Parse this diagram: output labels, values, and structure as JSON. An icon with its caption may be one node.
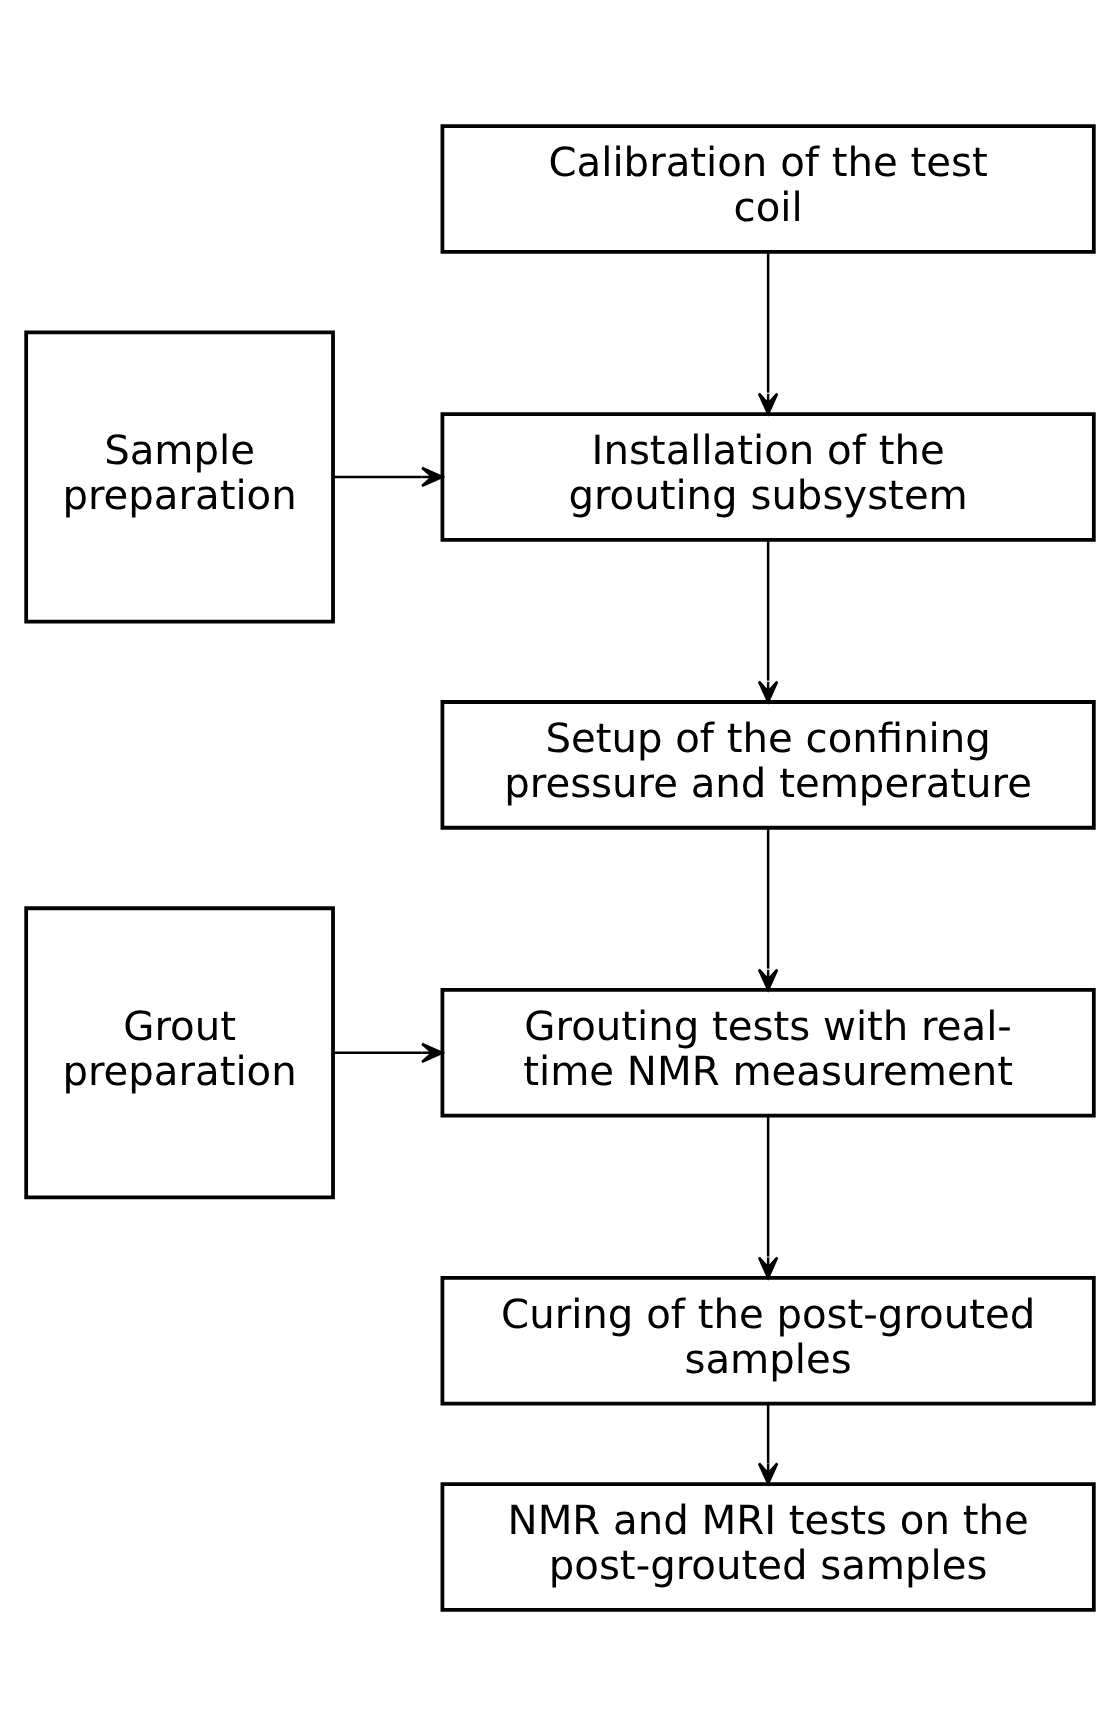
{
  "diagram": {
    "nodes": [
      {
        "text": [
          "Calibration of the test coil"
        ]
      },
      {
        "text": [
          "Installation of the grouting subsystem"
        ]
      },
      {
        "text": [
          "Setup of the confining pressure and temperature"
        ]
      },
      {
        "text": [
          "Grouting tests with real-time NMR measurement"
        ]
      },
      {
        "text": [
          "Curing of the post-grouted samples"
        ]
      },
      {
        "text": [
          "NMR and MRI tests on the post-grouted samples"
        ]
      },
      {
        "text": [
          "Sample preparation"
        ]
      },
      {
        "text": [
          "Grout preparation"
        ]
      }
    ],
    "edges": [
      {
        "from": 0,
        "to": 1,
        "arrow": "to"
      },
      {
        "from": 1,
        "to": 2,
        "arrow": "to"
      },
      {
        "from": 2,
        "to": 3,
        "arrow": "to"
      },
      {
        "from": 3,
        "to": 4,
        "arrow": "to"
      },
      {
        "from": 4,
        "to": 5,
        "arrow": "to"
      },
      {
        "from": 6,
        "to": 1,
        "arrow": "to"
      },
      {
        "from": 7,
        "to": 3,
        "arrow": "to"
      }
    ]
  }
}
